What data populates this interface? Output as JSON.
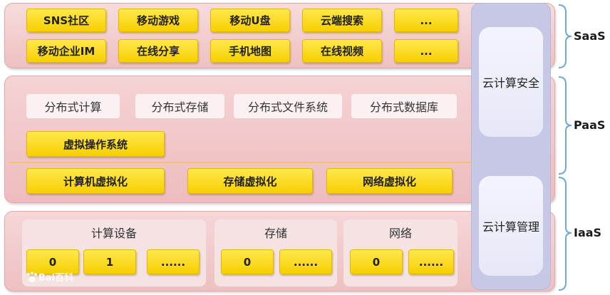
{
  "saas": {
    "row1": [
      "SNS社区",
      "移动游戏",
      "移动U盘",
      "云端搜索",
      "..."
    ],
    "row2": [
      "移动企业IM",
      "在线分享",
      "手机地图",
      "在线视频",
      "..."
    ]
  },
  "paas": {
    "services": [
      "分布式计算",
      "分布式存储",
      "分布式文件系统",
      "分布式数据库"
    ],
    "os": "虚拟操作系统",
    "virtualization": [
      "计算机虚拟化",
      "存储虚拟化",
      "网络虚拟化"
    ]
  },
  "iaas": {
    "compute": {
      "title": "计算设备",
      "items": [
        "0",
        "1",
        "......"
      ]
    },
    "storage": {
      "title": "存储",
      "items": [
        "0",
        "......"
      ]
    },
    "network": {
      "title": "网络",
      "items": [
        "0",
        "......"
      ]
    }
  },
  "side": {
    "security": "云计算安全",
    "management": "云计算管理"
  },
  "layers": {
    "saas": "SaaS",
    "paas": "PaaS",
    "iaas": "IaaS"
  },
  "watermark": "Bai百科",
  "colors": {
    "yellow_box": "#f7cf00",
    "band_pink": "#efc0c1",
    "side_column": "#c7c8e5",
    "brace": "#6fa8d6"
  }
}
